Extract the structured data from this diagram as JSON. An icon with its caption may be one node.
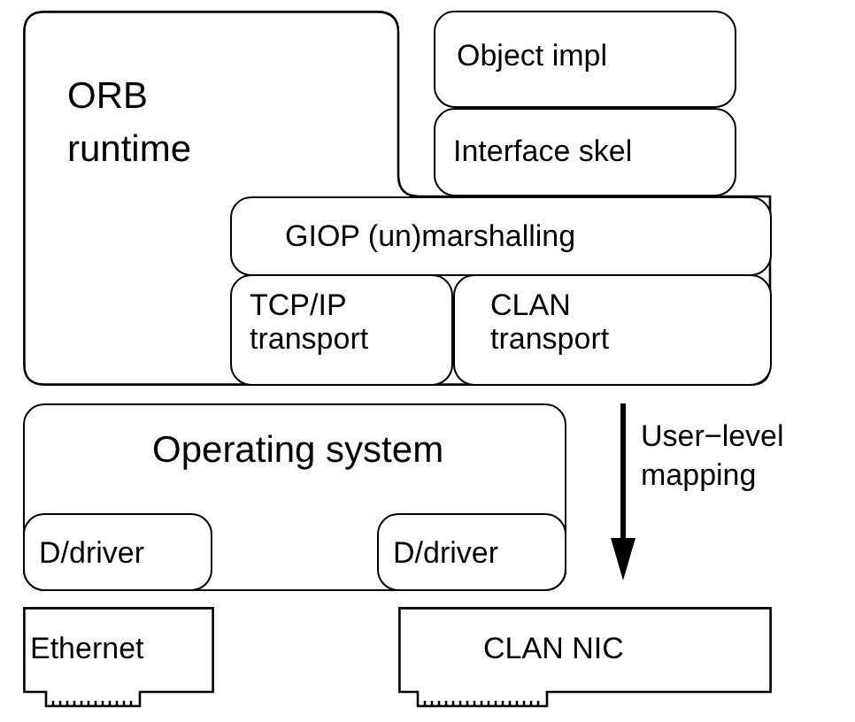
{
  "diagram": {
    "nodes": [
      {
        "text": [
          "ORB runtime"
        ]
      },
      {
        "text": [
          "Object impl"
        ]
      },
      {
        "text": [
          "Interface skel"
        ]
      },
      {
        "text": [
          "GIOP (un)marshalling"
        ],
        "in": 0
      },
      {
        "text": [
          "TCP/IP transport"
        ],
        "in": 0
      },
      {
        "text": [
          "CLAN transport"
        ],
        "in": 0
      },
      {
        "text": [
          "Operating system"
        ]
      },
      {
        "text": [
          "D/driver"
        ],
        "in": 6
      },
      {
        "text": [
          "D/driver"
        ],
        "in": 6
      },
      {
        "text": [
          "Ethernet"
        ]
      },
      {
        "text": [
          "CLAN NIC"
        ]
      }
    ],
    "labels": [
      "User−level mapping"
    ]
  }
}
